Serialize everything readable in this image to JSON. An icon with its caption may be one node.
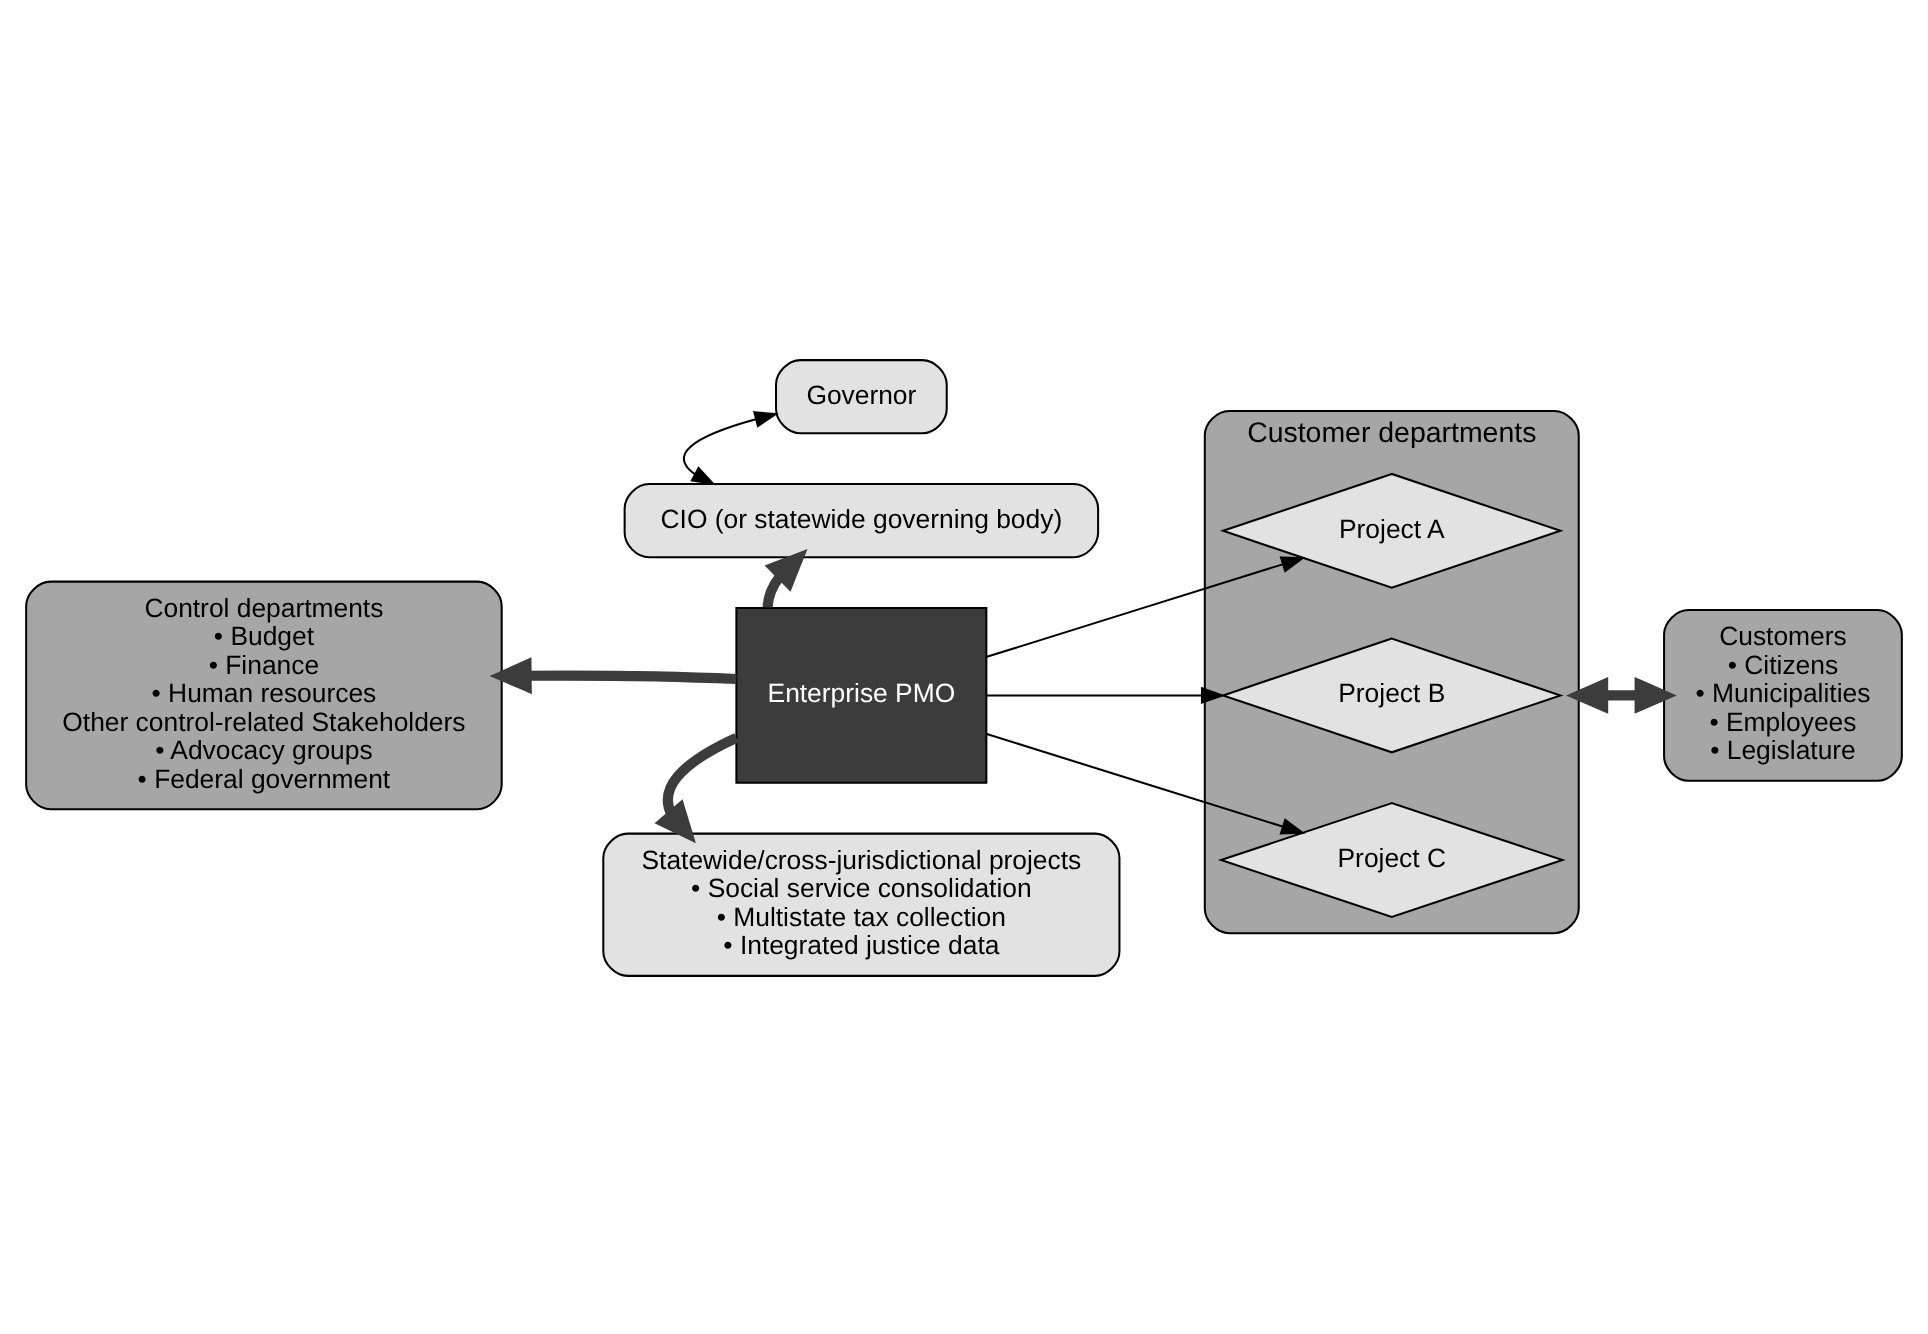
{
  "diagram": {
    "nodes": [
      {
        "text": [
          "Governor"
        ]
      },
      {
        "text": [
          "CIO (or statewide governing body)"
        ]
      },
      {
        "text": [
          "Enterprise PMO"
        ]
      },
      {
        "text": [
          "Control departments",
          "• Budget",
          "• Finance",
          "• Human resources",
          "Other control-related Stakeholders",
          "• Advocacy groups",
          "• Federal government"
        ]
      },
      {
        "text": [
          "Statewide/cross-jurisdictional projects",
          "• Social service consolidation",
          "• Multistate tax collection",
          "• Integrated justice data"
        ]
      },
      {
        "text": [
          "Customer departments"
        ]
      },
      {
        "text": [
          "Project A"
        ],
        "in": 5
      },
      {
        "text": [
          "Project B"
        ],
        "in": 5
      },
      {
        "text": [
          "Project C"
        ],
        "in": 5
      },
      {
        "text": [
          "Customers",
          "• Citizens",
          "• Municipalities",
          "• Employees",
          "• Legislature"
        ]
      }
    ],
    "edges": [
      {
        "from": 0,
        "to": 1,
        "arrow": "both"
      },
      {
        "from": 2,
        "to": 1,
        "arrow": "to",
        "style": "thick"
      },
      {
        "from": 2,
        "to": 3,
        "arrow": "to",
        "style": "thick"
      },
      {
        "from": 2,
        "to": 4,
        "arrow": "to",
        "style": "thick"
      },
      {
        "from": 2,
        "to": 6,
        "arrow": "to"
      },
      {
        "from": 2,
        "to": 7,
        "arrow": "to"
      },
      {
        "from": 2,
        "to": 8,
        "arrow": "to"
      },
      {
        "from": 5,
        "to": 9,
        "arrow": "both",
        "style": "thick"
      }
    ]
  }
}
